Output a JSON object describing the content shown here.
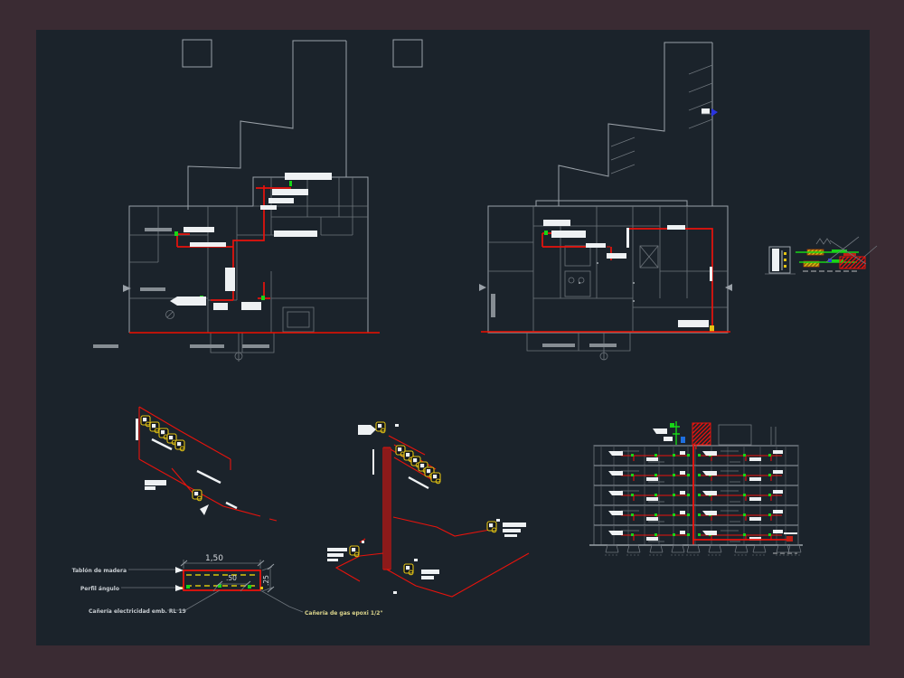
{
  "colors": {
    "frame": "#3a2b33",
    "drawing_background": "#1b232b",
    "pipe_red": "#e8130c",
    "valve_green": "#17d517",
    "meter_yellow": "#e3c313",
    "marker_blue": "#2a35e0",
    "line_gray": "#9aa1a8",
    "text_blob_white": "#eef1f3",
    "label_gray": "#c7ccd1",
    "label_yellow": "#ddd68d"
  },
  "detail_drawing": {
    "dim_width": "1,50",
    "dim_inner": ".50",
    "dim_height": ".25",
    "labels": {
      "wood_board": "Tablón de madera",
      "angle_profile": "Perfil ángulo",
      "electric_conduit": "Cañería electricidad emb. RL 19",
      "gas_pipe": "Cañería de gas epoxi 1/2\""
    }
  },
  "building_section": {
    "floors": 5
  },
  "iso_small": {
    "meters_in_row": 5,
    "single_meters": 1
  },
  "iso_large": {
    "meters_in_row": 6,
    "appliance_boxes": 4
  }
}
